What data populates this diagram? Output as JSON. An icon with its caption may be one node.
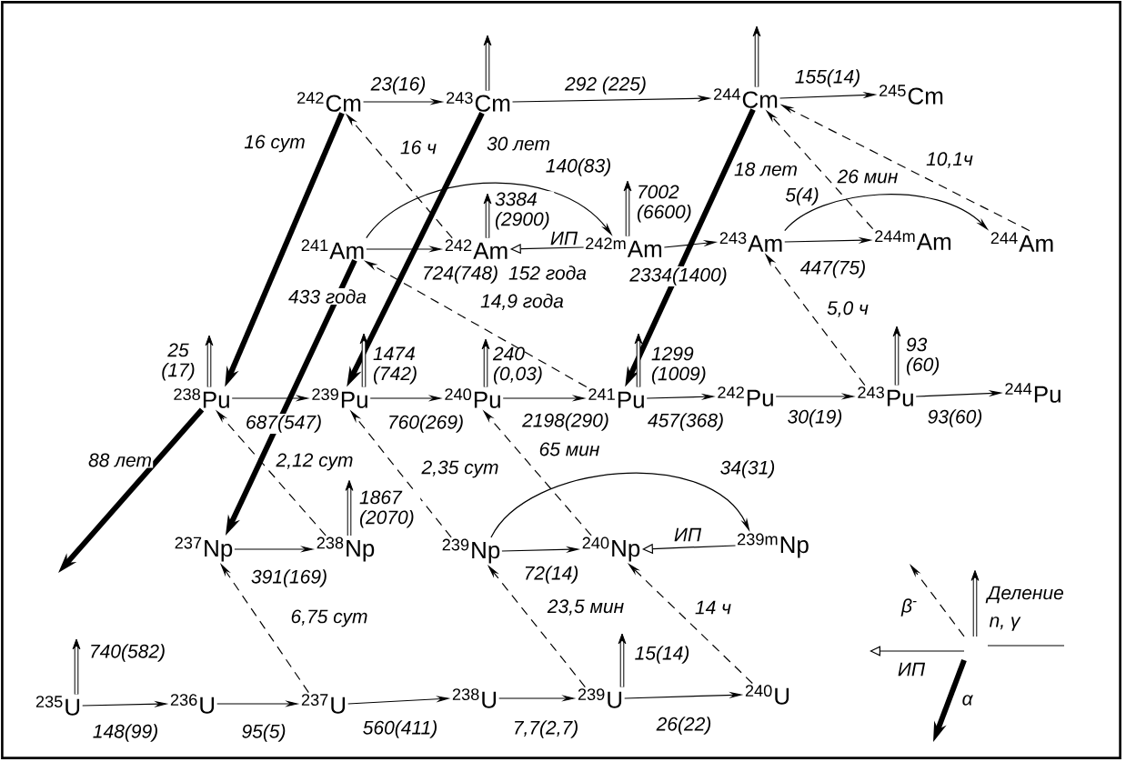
{
  "diagram": {
    "nodes": [
      {
        "text": [
          "$^{242}$Cm"
        ]
      },
      {
        "text": [
          "$^{243}$Cm"
        ]
      },
      {
        "text": [
          "$^{244}$Cm"
        ]
      },
      {
        "text": [
          "$^{245}$Cm"
        ]
      },
      {
        "text": [
          "$^{241}$Am"
        ]
      },
      {
        "text": [
          "$^{242}$Am"
        ]
      },
      {
        "text": [
          "$^{242m}$Am"
        ],
        "beside": [
          "152 года"
        ]
      },
      {
        "text": [
          "$^{243}$Am"
        ]
      },
      {
        "text": [
          "$^{244m}$Am"
        ]
      },
      {
        "text": [
          "$^{244}$Am"
        ]
      },
      {
        "text": [
          "$^{238}$Pu"
        ]
      },
      {
        "text": [
          "$^{239}$Pu"
        ]
      },
      {
        "text": [
          "$^{240}$Pu"
        ]
      },
      {
        "text": [
          "$^{241}$Pu"
        ]
      },
      {
        "text": [
          "$^{242}$Pu"
        ]
      },
      {
        "text": [
          "$^{243}$Pu"
        ]
      },
      {
        "text": [
          "$^{244}$Pu"
        ]
      },
      {
        "text": [
          "$^{237}$Np"
        ]
      },
      {
        "text": [
          "$^{238}$Np"
        ]
      },
      {
        "text": [
          "$^{239}$Np"
        ]
      },
      {
        "text": [
          "$^{240}$Np"
        ]
      },
      {
        "text": [
          "$^{239m}$Np"
        ]
      },
      {
        "text": [
          "$^{235}$U"
        ]
      },
      {
        "text": [
          "$^{236}$U"
        ]
      },
      {
        "text": [
          "$^{237}$U"
        ]
      },
      {
        "text": [
          "$^{238}$U"
        ]
      },
      {
        "text": [
          "$^{239}$U"
        ]
      },
      {
        "text": [
          "$^{240}$U"
        ]
      }
    ],
    "edges": [
      {
        "from": 0,
        "to": 1,
        "arrow": "to",
        "label": "23(16)"
      },
      {
        "from": 1,
        "to": 2,
        "arrow": "to",
        "label": "292 (225)"
      },
      {
        "from": 2,
        "to": 3,
        "arrow": "to",
        "label": "155(14)"
      },
      {
        "from": 1,
        "to": null,
        "arrow": "to",
        "style": "thick"
      },
      {
        "from": 2,
        "to": null,
        "arrow": "to",
        "style": "thick"
      },
      {
        "from": 0,
        "to": 10,
        "arrow": "to",
        "label": "16 сут",
        "style": "thick"
      },
      {
        "from": 1,
        "to": 11,
        "arrow": "to",
        "label": "30 лет",
        "style": "thick"
      },
      {
        "from": 5,
        "to": 0,
        "arrow": "to",
        "label": "16 ч",
        "style": "dashed"
      },
      {
        "from": 8,
        "to": 2,
        "arrow": "to",
        "label": "26 мин",
        "style": "dashed"
      },
      {
        "from": 9,
        "to": 2,
        "arrow": "to",
        "label": "10,1ч",
        "style": "dashed"
      },
      {
        "from": 2,
        "to": 13,
        "arrow": "to",
        "label": "18 лет",
        "style": "thick"
      },
      {
        "from": 4,
        "to": 6,
        "arrow": "to",
        "label": "140(83)"
      },
      {
        "from": 5,
        "to": null,
        "arrow": "to",
        "label": "3384 (2900)",
        "style": "thick"
      },
      {
        "from": 6,
        "to": null,
        "arrow": "to",
        "label": "7002 (6600)",
        "style": "thick"
      },
      {
        "from": 4,
        "to": 5,
        "arrow": "to",
        "label": "724(748)"
      },
      {
        "from": 6,
        "to": 5,
        "arrow": "to",
        "label": "ИП"
      },
      {
        "from": 6,
        "to": 7,
        "arrow": "to",
        "label": "2334(1400)"
      },
      {
        "from": 7,
        "to": 8,
        "arrow": "to",
        "label": "447(75)"
      },
      {
        "from": 7,
        "to": 9,
        "arrow": "to",
        "label": "5(4)"
      },
      {
        "from": 15,
        "to": 7,
        "arrow": "to",
        "label": "5,0 ч",
        "style": "dashed"
      },
      {
        "from": 4,
        "to": 17,
        "arrow": "to",
        "label": "433 года",
        "style": "thick"
      },
      {
        "from": 13,
        "to": 4,
        "arrow": "to",
        "label": "14,9 года",
        "style": "dashed"
      },
      {
        "from": 10,
        "to": null,
        "arrow": "to",
        "label": "25 (17)",
        "style": "thick"
      },
      {
        "from": 10,
        "to": 11,
        "arrow": "to",
        "label": "687(547)"
      },
      {
        "from": 11,
        "to": null,
        "arrow": "to",
        "label": "1474 (742)",
        "style": "thick"
      },
      {
        "from": 11,
        "to": 12,
        "arrow": "to",
        "label": "760(269)"
      },
      {
        "from": 12,
        "to": null,
        "arrow": "to",
        "label": "240 (0,03)",
        "style": "thick"
      },
      {
        "from": 12,
        "to": 13,
        "arrow": "to",
        "label": "2198(290)"
      },
      {
        "from": 13,
        "to": null,
        "arrow": "to",
        "label": "1299 (1009)",
        "style": "thick"
      },
      {
        "from": 13,
        "to": 14,
        "arrow": "to",
        "label": "457(368)"
      },
      {
        "from": 14,
        "to": 15,
        "arrow": "to",
        "label": "30(19)"
      },
      {
        "from": 15,
        "to": null,
        "arrow": "to",
        "label": "93 (60)",
        "style": "thick"
      },
      {
        "from": 15,
        "to": 16,
        "arrow": "to",
        "label": "93(60)"
      },
      {
        "from": 10,
        "to": null,
        "arrow": "to",
        "label": "88 лет",
        "style": "thick"
      },
      {
        "from": 18,
        "to": 10,
        "arrow": "to",
        "label": "2,12 сут",
        "style": "dashed"
      },
      {
        "from": 19,
        "to": 11,
        "arrow": "to",
        "label": "2,35 сут",
        "style": "dashed"
      },
      {
        "from": 20,
        "to": 12,
        "arrow": "to",
        "label": "65 мин",
        "style": "dashed"
      },
      {
        "from": 18,
        "to": null,
        "arrow": "to",
        "label": "1867 (2070)",
        "style": "thick"
      },
      {
        "from": 17,
        "to": 18,
        "arrow": "to",
        "label": "391(169)"
      },
      {
        "from": 19,
        "to": 20,
        "arrow": "to",
        "label": "72(14)"
      },
      {
        "from": 19,
        "to": 21,
        "arrow": "to",
        "label": "34(31)"
      },
      {
        "from": 21,
        "to": 20,
        "arrow": "to",
        "label": "ИП"
      },
      {
        "from": 24,
        "to": 17,
        "arrow": "to",
        "label": "6,75 сут",
        "style": "dashed"
      },
      {
        "from": 26,
        "to": 19,
        "arrow": "to",
        "label": "23,5 мин",
        "style": "dashed"
      },
      {
        "from": 27,
        "to": 20,
        "arrow": "to",
        "label": "14 ч",
        "style": "dashed"
      },
      {
        "from": 22,
        "to": null,
        "arrow": "to",
        "label": "740(582)",
        "style": "thick"
      },
      {
        "from": 26,
        "to": null,
        "arrow": "to",
        "label": "15(14)",
        "style": "thick"
      },
      {
        "from": 22,
        "to": 23,
        "arrow": "to",
        "label": "148(99)"
      },
      {
        "from": 23,
        "to": 24,
        "arrow": "to",
        "label": "95(5)"
      },
      {
        "from": 24,
        "to": 25,
        "arrow": "to",
        "label": "560(411)"
      },
      {
        "from": 25,
        "to": 26,
        "arrow": "to",
        "label": "7,7(2,7)"
      },
      {
        "from": 26,
        "to": 27,
        "arrow": "to",
        "label": "26(22)"
      }
    ],
    "legend": [
      {
        "text": "β$^{-}$"
      },
      {
        "text": "Деление"
      },
      {
        "text": "n, γ"
      },
      {
        "text": "ИП"
      },
      {
        "text": "α"
      }
    ]
  }
}
